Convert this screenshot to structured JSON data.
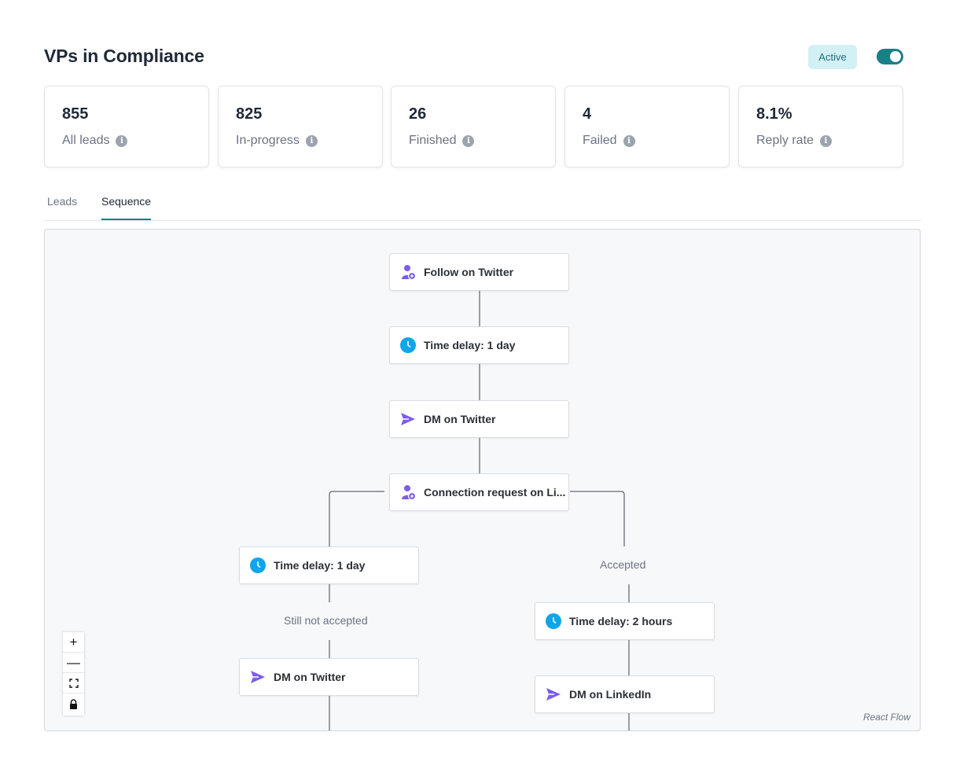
{
  "header": {
    "title": "VPs in Compliance",
    "status": "Active",
    "toggle_on": true
  },
  "stats": [
    {
      "value": "855",
      "label": "All leads"
    },
    {
      "value": "825",
      "label": "In-progress"
    },
    {
      "value": "26",
      "label": "Finished"
    },
    {
      "value": "4",
      "label": "Failed"
    },
    {
      "value": "8.1%",
      "label": "Reply rate"
    }
  ],
  "tabs": [
    {
      "label": "Leads",
      "active": false
    },
    {
      "label": "Sequence",
      "active": true
    }
  ],
  "flow": {
    "nodes": [
      {
        "label": "Follow on Twitter",
        "icon": "user-add-icon"
      },
      {
        "label": "Time delay: 1 day",
        "icon": "clock-icon"
      },
      {
        "label": "DM on Twitter",
        "icon": "send-icon"
      },
      {
        "label": "Connection request on Li...",
        "icon": "user-add-icon"
      },
      {
        "label": "Time delay: 1 day",
        "icon": "clock-icon"
      },
      {
        "label": "Time delay: 2 hours",
        "icon": "clock-icon"
      },
      {
        "label": "DM on Twitter",
        "icon": "send-icon"
      },
      {
        "label": "DM on LinkedIn",
        "icon": "send-icon"
      }
    ],
    "edge_labels": [
      "Still not accepted",
      "Accepted"
    ],
    "controls": {
      "zoom_in": "+",
      "zoom_out": "—",
      "fit": "⛶",
      "lock": "🔒"
    },
    "attribution": "React Flow"
  },
  "colors": {
    "accent": "#1a7f86",
    "badge_bg": "#d3f0f5",
    "purple": "#7c5cf0",
    "blue": "#0ea5e9"
  }
}
